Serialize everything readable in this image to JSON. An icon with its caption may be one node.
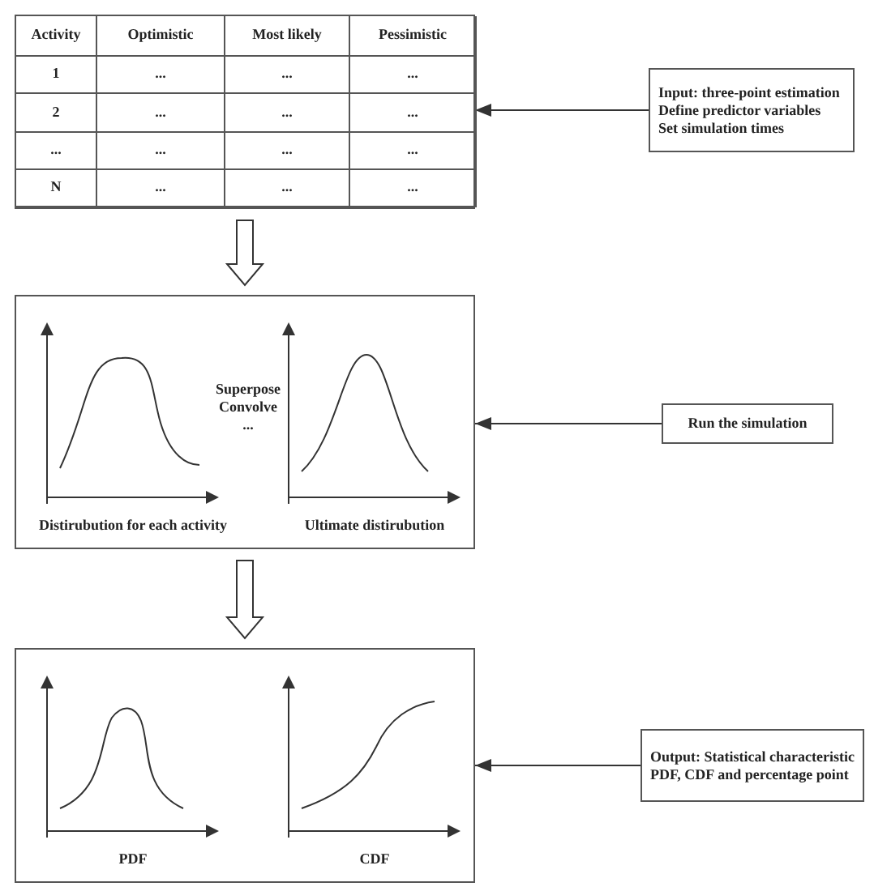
{
  "diagram": {
    "nodes": [
      {
        "text": [
          "Activity",
          "Optimistic",
          "Most likely",
          "Pessimistic",
          "1",
          "...",
          "...",
          "...",
          "2",
          "...",
          "...",
          "...",
          "...",
          "...",
          "...",
          "...",
          "N",
          "...",
          "...",
          "..."
        ]
      },
      {
        "text": [
          "Input: three-point estimation",
          "Define predictor variables",
          "Set simulation times"
        ]
      },
      {
        "text": [
          "Distirubution for each activity",
          "Superpose",
          "Convolve",
          "...",
          "Ultimate distirubution"
        ]
      },
      {
        "text": [
          "Run the simulation"
        ]
      },
      {
        "text": [
          "PDF",
          "CDF"
        ]
      },
      {
        "text": [
          "Output: Statistical characteristic",
          "PDF, CDF and percentage point"
        ]
      }
    ],
    "edges": [
      {
        "from": 1,
        "to": 0,
        "arrow": "to"
      },
      {
        "from": 0,
        "to": 2,
        "arrow": "to",
        "style": "thick"
      },
      {
        "from": 3,
        "to": 2,
        "arrow": "to"
      },
      {
        "from": 2,
        "to": 4,
        "arrow": "to",
        "style": "thick"
      },
      {
        "from": 5,
        "to": 4,
        "arrow": "to"
      }
    ]
  }
}
